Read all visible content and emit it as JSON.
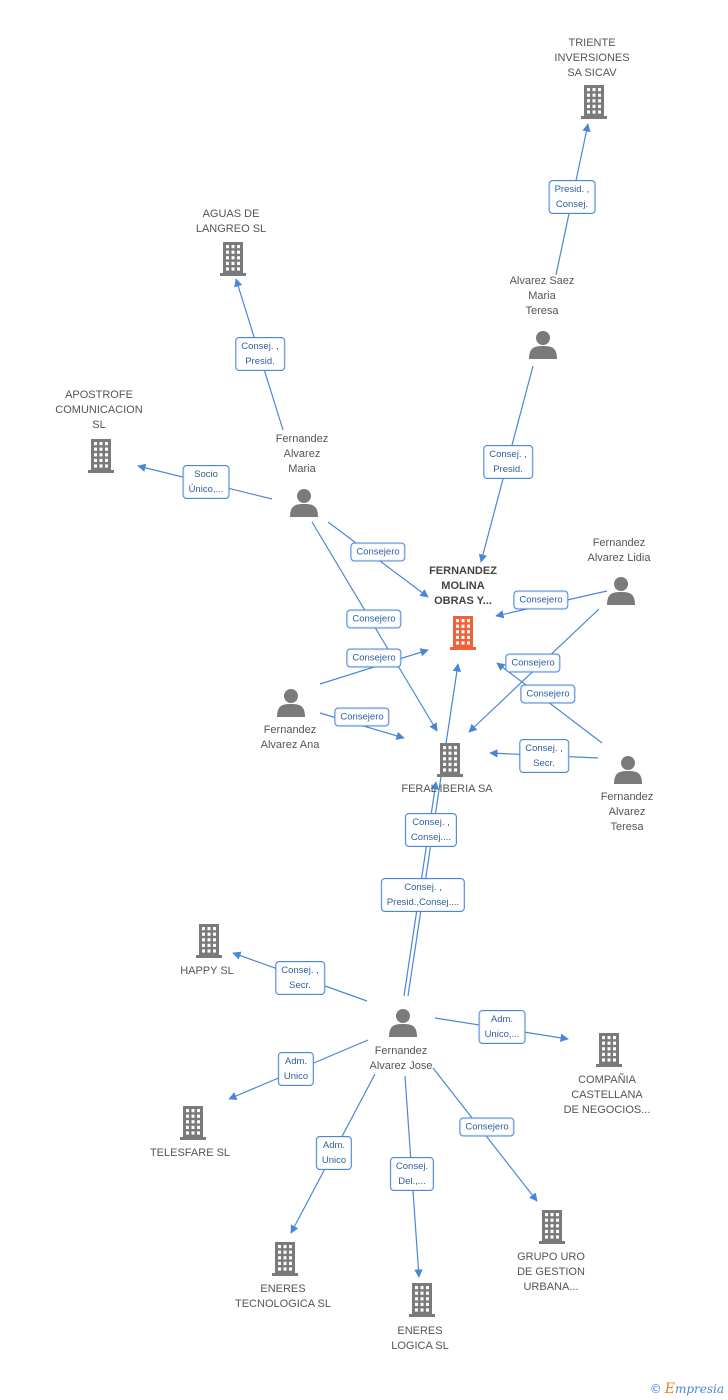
{
  "colors": {
    "edge": "#4a86d8",
    "edge_label_text": "#2f5f9e",
    "icon_gray": "#7a7a7a",
    "main_company": "#f0613a",
    "brand_orange": "#f07a1a"
  },
  "nodes": [
    {
      "id": "main",
      "kind": "company",
      "main": true,
      "label": "FERNANDEZ\nMOLINA\nOBRAS Y..."
    },
    {
      "id": "feral",
      "kind": "company",
      "label": "FERAL IBERIA SA"
    },
    {
      "id": "triente",
      "kind": "company",
      "label": "TRIENTE\nINVERSIONES\nSA SICAV"
    },
    {
      "id": "aguas",
      "kind": "company",
      "label": "AGUAS DE\nLANGREO SL"
    },
    {
      "id": "apostrofe",
      "kind": "company",
      "label": "APOSTROFE\nCOMUNICACION\nSL"
    },
    {
      "id": "happy",
      "kind": "company",
      "label": "HAPPY SL"
    },
    {
      "id": "telesfare",
      "kind": "company",
      "label": "TELESFARE SL"
    },
    {
      "id": "eneres_tec",
      "kind": "company",
      "label": "ENERES\nTECNOLOGICA SL"
    },
    {
      "id": "eneres_log",
      "kind": "company",
      "label": "ENERES\nLOGICA SL"
    },
    {
      "id": "grupo_uro",
      "kind": "company",
      "label": "GRUPO URO\nDE GESTION\nURBANA..."
    },
    {
      "id": "compania",
      "kind": "company",
      "label": "COMPAÑIA\nCASTELLANA\nDE NEGOCIOS..."
    },
    {
      "id": "saez",
      "kind": "person",
      "label": "Alvarez Saez\nMaria\nTeresa"
    },
    {
      "id": "maria",
      "kind": "person",
      "label": "Fernandez\nAlvarez\nMaria"
    },
    {
      "id": "lidia",
      "kind": "person",
      "label": "Fernandez\nAlvarez Lidia"
    },
    {
      "id": "ana",
      "kind": "person",
      "label": "Fernandez\nAlvarez Ana"
    },
    {
      "id": "teresa",
      "kind": "person",
      "label": "Fernandez\nAlvarez\nTeresa"
    },
    {
      "id": "jose",
      "kind": "person",
      "label": "Fernandez\nAlvarez Jose"
    }
  ],
  "edges": [
    {
      "from": "saez",
      "to": "triente",
      "label": "Presid. ,\nConsej."
    },
    {
      "from": "maria",
      "to": "aguas",
      "label": "Consej. ,\nPresid."
    },
    {
      "from": "maria",
      "to": "apostrofe",
      "label": "Socio\nÚnico,..."
    },
    {
      "from": "saez",
      "to": "main",
      "label": "Consej. ,\nPresid."
    },
    {
      "from": "maria",
      "to": "main",
      "label": "Consejero"
    },
    {
      "from": "maria",
      "to": "feral",
      "label": "Consejero"
    },
    {
      "from": "ana",
      "to": "main",
      "label": "Consejero"
    },
    {
      "from": "ana",
      "to": "feral",
      "label": "Consejero"
    },
    {
      "from": "lidia",
      "to": "main",
      "label": "Consejero"
    },
    {
      "from": "lidia",
      "to": "feral",
      "label": "Consejero"
    },
    {
      "from": "teresa",
      "to": "main",
      "label": "Consejero"
    },
    {
      "from": "teresa",
      "to": "feral",
      "label": "Consej. ,\nSecr."
    },
    {
      "from": "jose",
      "to": "feral",
      "label": "Consej. ,\nConsej...."
    },
    {
      "from": "jose",
      "to": "main",
      "label": "Consej. ,\nPresid.,Consej...."
    },
    {
      "from": "jose",
      "to": "happy",
      "label": "Consej. ,\nSecr."
    },
    {
      "from": "jose",
      "to": "telesfare",
      "label": "Adm.\nUnico"
    },
    {
      "from": "jose",
      "to": "eneres_tec",
      "label": "Adm.\nUnico"
    },
    {
      "from": "jose",
      "to": "eneres_log",
      "label": "Consej.\nDel.,..."
    },
    {
      "from": "jose",
      "to": "grupo_uro",
      "label": "Consejero"
    },
    {
      "from": "jose",
      "to": "compania",
      "label": "Adm.\nUnico,..."
    }
  ],
  "footer": {
    "copyright": "©",
    "brand_first": "E",
    "brand_rest": "mpresia"
  }
}
